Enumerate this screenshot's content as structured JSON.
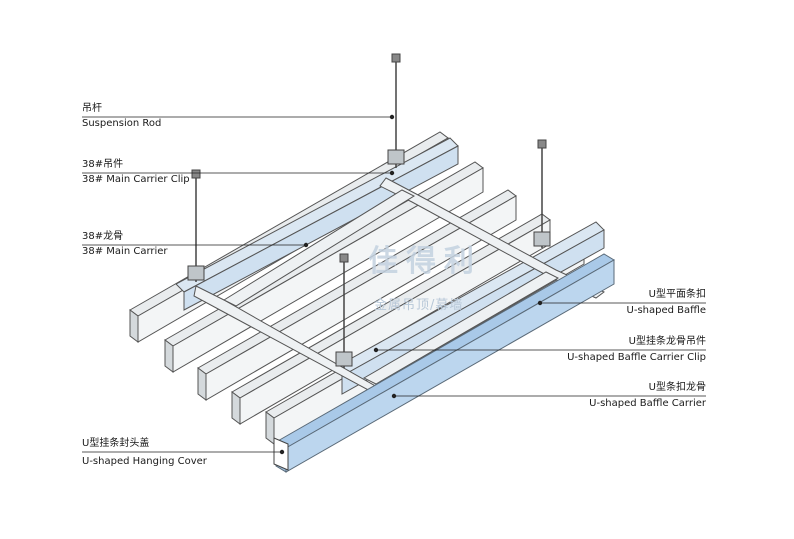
{
  "labels": {
    "rod_cn": "吊杆",
    "rod_en": "Suspension Rod",
    "clip_cn": "38#吊件",
    "clip_en": "38# Main Carrier Clip",
    "carrier_cn": "38#龙骨",
    "carrier_en": "38#  Main Carrier",
    "cover_cn": "U型挂条封头盖",
    "cover_en": "U-shaped Hanging Cover",
    "baffle_cn": "U型平面条扣",
    "baffle_en": "U-shaped Baffle",
    "bclip_cn": "U型挂条龙骨吊件",
    "bclip_en": "U-shaped Baffle Carrier Clip",
    "bcarrier_cn": "U型条扣龙骨",
    "bcarrier_en": "U-shaped Baffle Carrier"
  },
  "watermark": {
    "logo": "佳得利",
    "sub": "金属吊顶/幕墙"
  },
  "colors": {
    "baffle_blue": "#bcd6ee",
    "carrier_grey": "#dfe3e6",
    "line": "#444444"
  }
}
